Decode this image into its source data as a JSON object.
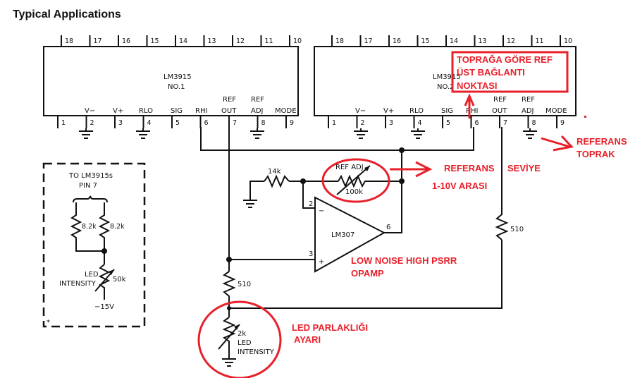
{
  "title": "Typical Applications",
  "chip1": {
    "name": "LM3915",
    "sub": "NO.1"
  },
  "chip2": {
    "name": "LM3915",
    "sub": "NO.2"
  },
  "top_pins": [
    "18",
    "17",
    "16",
    "15",
    "14",
    "13",
    "12",
    "11",
    "10"
  ],
  "bottom_pins": [
    "1",
    "2",
    "3",
    "4",
    "5",
    "6",
    "7",
    "8",
    "9"
  ],
  "pin_labels": {
    "vminus": "V−",
    "vplus": "V+",
    "rlo": "RLO",
    "sig": "SIG",
    "rhi": "RHI",
    "ref_out_1": "REF",
    "ref_out_2": "OUT",
    "ref_adj_1": "REF",
    "ref_adj_2": "ADJ",
    "mode": "MODE"
  },
  "circuit": {
    "r14k": "14k",
    "ref_adj": "REF ADJ",
    "r100k": "100k",
    "opamp": "LM307",
    "pin2": "2",
    "pin3": "3",
    "pin6": "6",
    "minus": "−",
    "plus": "+",
    "r510_left": "510",
    "r510_right": "510",
    "r2k": "2k",
    "led": "LED",
    "intensity": "INTENSITY"
  },
  "inset": {
    "line1": "TO LM3915s",
    "line2": "PIN 7",
    "r1": "8.2k",
    "r2": "8.2k",
    "led": "LED",
    "intensity": "INTENSITY",
    "pot": "50k",
    "supply": "−15V",
    "note": "*"
  },
  "annotations": {
    "box_line1": "TOPRAĞA GÖRE REF",
    "box_line2": "ÜST BAĞLANTI",
    "box_line3": "NOKTASI",
    "referans": "REFERANS",
    "seviye": "SEVİYE",
    "range": "1-10V ARASI",
    "opamp_note1": "LOW NOISE HIGH PSRR",
    "opamp_note2": "OPAMP",
    "led_note1": "LED PARLAKLIĞI",
    "led_note2": "AYARI",
    "ground_note1": "REFERANS",
    "ground_note2": "TOPRAK"
  },
  "colors": {
    "annotation": "#e8202a",
    "ink": "#111111"
  }
}
